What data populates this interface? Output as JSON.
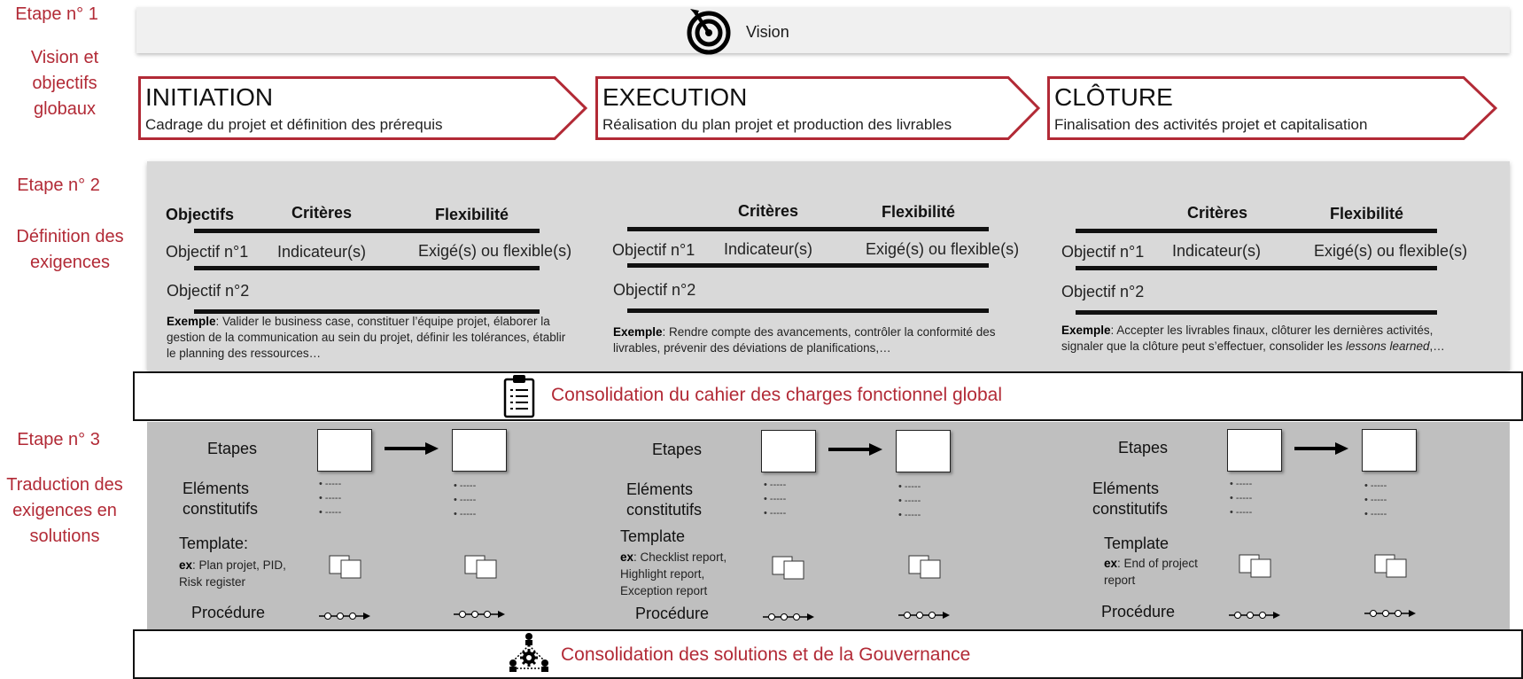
{
  "side_labels": {
    "step1": "Etape n° 1",
    "step1_desc": [
      "Vision et",
      "objectifs",
      "globaux"
    ],
    "step2": "Etape n° 2",
    "step2_desc": [
      "Définition des",
      "exigences"
    ],
    "step3": "Etape n° 3",
    "step3_desc": [
      "Traduction des",
      "exigences en",
      "solutions"
    ]
  },
  "vision": {
    "label": "Vision",
    "icon": "target-icon"
  },
  "phases": [
    {
      "title": "INITIATION",
      "desc": "Cadrage du projet et définition des prérequis"
    },
    {
      "title": "EXECUTION",
      "desc": "Réalisation du plan projet et production des livrables"
    },
    {
      "title": "CLÔTURE",
      "desc": "Finalisation des activités projet et capitalisation"
    }
  ],
  "requirements": [
    {
      "h_objectifs": "Objectifs",
      "h_criteres": "Critères",
      "h_flex": "Flexibilité",
      "obj1": "Objectif n°1",
      "indic": "Indicateur(s)",
      "exige": "Exigé(s) ou flexible(s)",
      "obj2": "Objectif n°2",
      "ex_label": "Exemple",
      "ex_text": ": Valider le business case, constituer l’équipe projet, élaborer la gestion de la communication au sein du projet, définir les tolérances, établir le planning des ressources…"
    },
    {
      "h_criteres": "Critères",
      "h_flex": "Flexibilité",
      "obj1": "Objectif n°1",
      "indic": "Indicateur(s)",
      "exige": "Exigé(s) ou flexible(s)",
      "obj2": "Objectif n°2",
      "ex_label": "Exemple",
      "ex_text": ": Rendre compte des avancements, contrôler la conformité des livrables, prévenir des déviations de planifications,…"
    },
    {
      "h_criteres": "Critères",
      "h_flex": "Flexibilité",
      "obj1": "Objectif n°1",
      "indic": "Indicateur(s)",
      "exige": "Exigé(s) ou flexible(s)",
      "obj2": "Objectif n°2",
      "ex_label": "Exemple",
      "ex_text_a": ": Accepter les livrables finaux, clôturer les dernières activités, signaler que la clôture peut s’effectuer, consolider les ",
      "ex_text_i": "lessons learned",
      "ex_text_b": ",…"
    }
  ],
  "consolidation1": {
    "pre": "Consolidation du ",
    "em": "cahier des charges fonctionnel global",
    "icon": "clipboard-icon"
  },
  "solutions": [
    {
      "etapes": "Etapes",
      "elements": [
        "Eléments",
        "constitutifs"
      ],
      "template": "Template:",
      "ex_label": "ex",
      "ex_text": ": Plan projet, PID, Risk register",
      "procedure": "Procédure",
      "dash": "-----"
    },
    {
      "etapes": "Etapes",
      "elements": [
        "Eléments",
        "constitutifs"
      ],
      "template": "Template",
      "ex_label": "ex",
      "ex_text": ": Checklist report, Highlight report, Exception report",
      "procedure": "Procédure",
      "dash": "-----"
    },
    {
      "etapes": "Etapes",
      "elements": [
        "Eléments",
        "constitutifs"
      ],
      "template": "Template",
      "ex_label": "ex",
      "ex_text": ": End of project report",
      "procedure": "Procédure",
      "dash": "-----"
    }
  ],
  "consolidation2": {
    "pre": "Consolidation des ",
    "em1": "solutions",
    "mid": " et de la ",
    "em2": "Gouvernance",
    "icon": "governance-icon"
  },
  "colors": {
    "accent": "#b22a36",
    "req_bg": "#d9d9d9",
    "sol_bg": "#bfbfbf",
    "vision_bg": "#f0f0f0"
  }
}
